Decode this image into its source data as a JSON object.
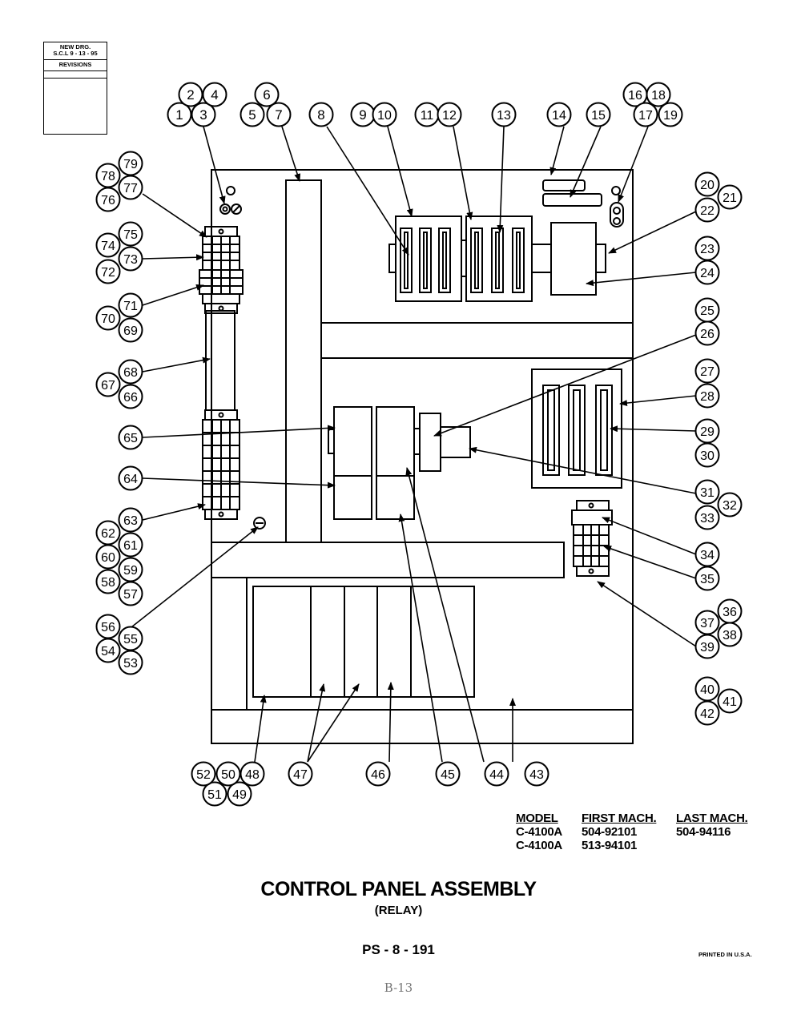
{
  "revision_block": {
    "line1": "NEW DRG.",
    "line2": "S.C.L 9 - 13 - 95",
    "label": "REVISIONS"
  },
  "callouts": [
    "1",
    "2",
    "3",
    "4",
    "5",
    "6",
    "7",
    "8",
    "9",
    "10",
    "11",
    "12",
    "13",
    "14",
    "15",
    "16",
    "17",
    "18",
    "19",
    "20",
    "21",
    "22",
    "23",
    "24",
    "25",
    "26",
    "27",
    "28",
    "29",
    "30",
    "31",
    "32",
    "33",
    "34",
    "35",
    "36",
    "37",
    "38",
    "39",
    "40",
    "41",
    "42",
    "43",
    "44",
    "45",
    "46",
    "47",
    "48",
    "49",
    "50",
    "51",
    "52",
    "53",
    "54",
    "55",
    "56",
    "57",
    "58",
    "59",
    "60",
    "61",
    "62",
    "63",
    "64",
    "65",
    "66",
    "67",
    "68",
    "69",
    "70",
    "71",
    "72",
    "73",
    "74",
    "75",
    "76",
    "77",
    "78",
    "79"
  ],
  "model_table": {
    "headers": [
      "MODEL",
      "FIRST MACH.",
      "LAST MACH."
    ],
    "rows": [
      [
        "C-4100A",
        "504-92101",
        "504-94116"
      ],
      [
        "C-4100A",
        "513-94101",
        ""
      ]
    ]
  },
  "title": "CONTROL PANEL ASSEMBLY",
  "subtitle": "(RELAY)",
  "sheet_number": "PS - 8 - 191",
  "printed_note": "PRINTED IN U.S.A.",
  "page_number": "B-13",
  "colors": {
    "ink": "#000000",
    "page_number": "#777777"
  }
}
